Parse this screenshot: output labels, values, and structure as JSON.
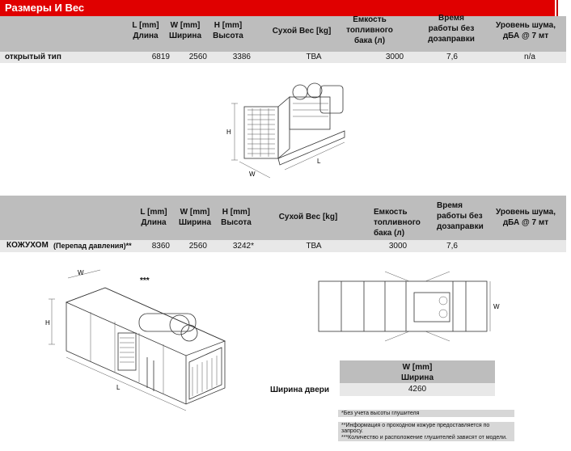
{
  "title": "Размеры И Вес",
  "table1": {
    "headers": {
      "length": "L [mm]\nДлина",
      "width": "W [mm]\nШирина",
      "height": "H [mm]\nВысота",
      "dry_weight": "Сухой Вес [kg]",
      "tank": "Емкость\nтопливного\nбака (л)",
      "runtime": "Время\nработы без\nдозаправки",
      "noise": "Уровень шума,\nдБА @ 7 мт"
    },
    "row": {
      "label": "открытый тип",
      "length": "6819",
      "width": "2560",
      "height": "3386",
      "dry_weight": "ТВА",
      "tank": "3000",
      "runtime": "7,6",
      "noise": "n/a"
    }
  },
  "table2": {
    "headers": {
      "length": "L [mm]\nДлина",
      "width": "W [mm]\nШирина",
      "height": "H [mm]\nВысота",
      "dry_weight": "Сухой Вес [kg]",
      "tank": "Емкость\nтопливного\nбака (л)",
      "runtime": "Время\nработы без\nдозаправки",
      "noise": "Уровень шума,\nдБА @ 7 мт"
    },
    "row": {
      "label_main": "КОЖУХОМ",
      "label_sub": "(Перепад давления)**",
      "length": "8360",
      "width": "2560",
      "height": "3242*",
      "dry_weight": "ТВА",
      "tank": "3000",
      "runtime": "7,6",
      "noise": ""
    }
  },
  "marks": {
    "triple_star": "***",
    "drawing_h": "H",
    "drawing_w": "W",
    "drawing_l": "L"
  },
  "door": {
    "header": "W [mm]\nШирина",
    "label": "Ширина двери",
    "value": "4260"
  },
  "notes": [
    "*Без учета высоты глушителя",
    "**Информация о проходном кожуре предоставляется по запросу.",
    "***Количество и расположение глушителей зависят от модели."
  ]
}
